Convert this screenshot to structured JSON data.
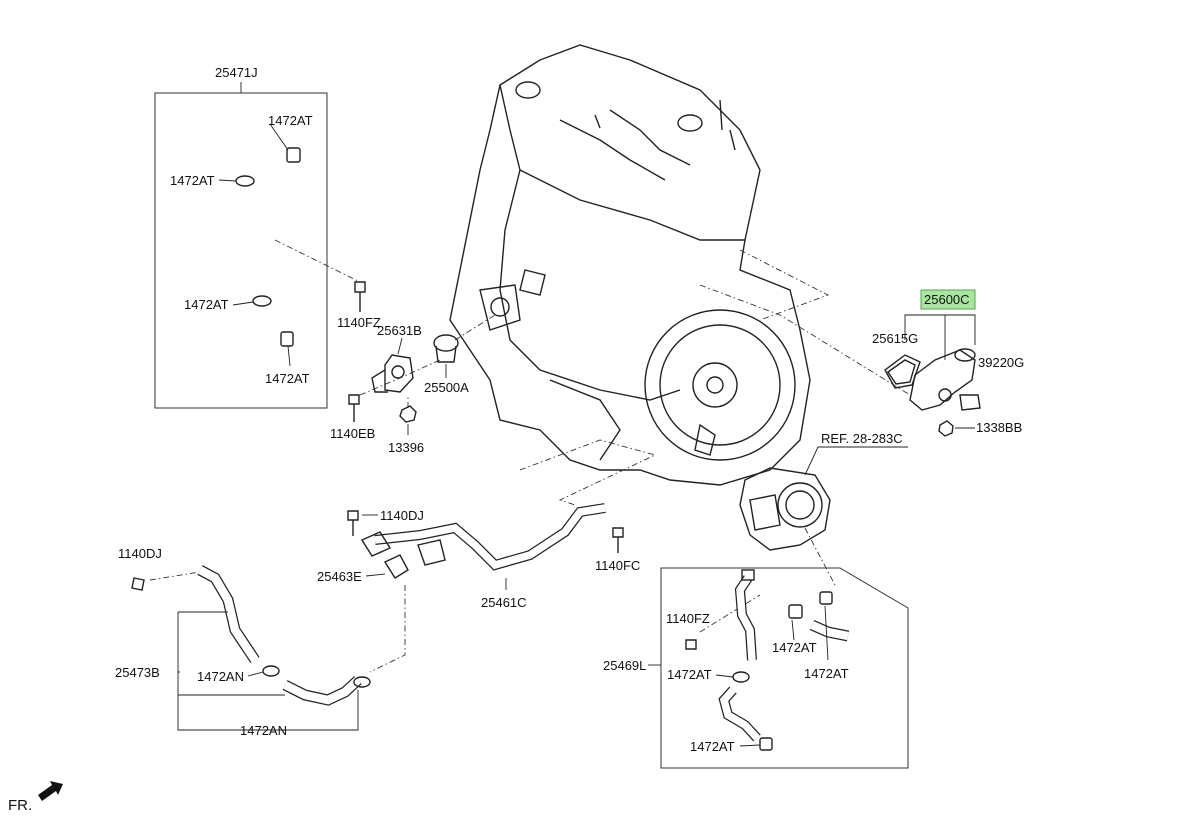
{
  "labels": {
    "l25471J": "25471J",
    "l1472AT_a": "1472AT",
    "l1472AT_b": "1472AT",
    "l1472AT_c": "1472AT",
    "l1472AT_d": "1472AT",
    "l1140FZ_a": "1140FZ",
    "l25631B": "25631B",
    "l25500A": "25500A",
    "l1140EB": "1140EB",
    "l13396": "13396",
    "l25600C": "25600C",
    "l25615G": "25615G",
    "l39220G": "39220G",
    "l1338BB": "1338BB",
    "lREF": "REF. 28-283C",
    "l1140DJ_a": "1140DJ",
    "l25463E": "25463E",
    "l25461C": "25461C",
    "l1140FC": "1140FC",
    "l1140DJ_b": "1140DJ",
    "l25473B": "25473B",
    "l1472AN_a": "1472AN",
    "l1472AN_b": "1472AN",
    "l1140FZ_b": "1140FZ",
    "l25469L": "25469L",
    "l1472AT_e": "1472AT",
    "l1472AT_f": "1472AT",
    "l1472AT_g": "1472AT",
    "l1472AT_h": "1472AT",
    "lFR": "FR."
  },
  "colors": {
    "highlight_fill": "#a8e6a0",
    "line": "#222222"
  }
}
